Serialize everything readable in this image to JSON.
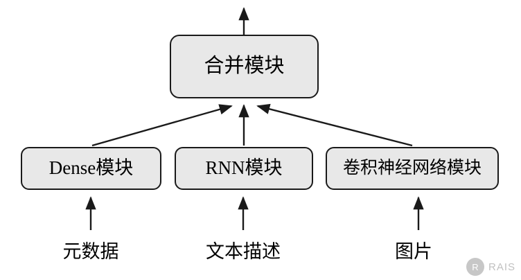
{
  "diagram": {
    "type": "flow-diagram",
    "nodes": [
      {
        "id": "merge",
        "label": "合并模块"
      },
      {
        "id": "dense",
        "label": "Dense模块"
      },
      {
        "id": "rnn",
        "label": "RNN模块"
      },
      {
        "id": "cnn",
        "label": "卷积神经网络模块"
      }
    ],
    "inputs": [
      {
        "id": "metadata",
        "label": "元数据"
      },
      {
        "id": "text",
        "label": "文本描述"
      },
      {
        "id": "image",
        "label": "图片"
      }
    ],
    "edges": [
      {
        "from": "metadata",
        "to": "dense"
      },
      {
        "from": "text",
        "to": "rnn"
      },
      {
        "from": "image",
        "to": "cnn"
      },
      {
        "from": "dense",
        "to": "merge"
      },
      {
        "from": "rnn",
        "to": "merge"
      },
      {
        "from": "cnn",
        "to": "merge"
      },
      {
        "from": "merge",
        "to": "output"
      }
    ],
    "colors": {
      "node_fill": "#e8e8e8",
      "node_stroke": "#1a1a1a",
      "arrow": "#1a1a1a",
      "background": "#ffffff"
    }
  },
  "watermark": {
    "text": "RAIS",
    "badge": "R"
  }
}
